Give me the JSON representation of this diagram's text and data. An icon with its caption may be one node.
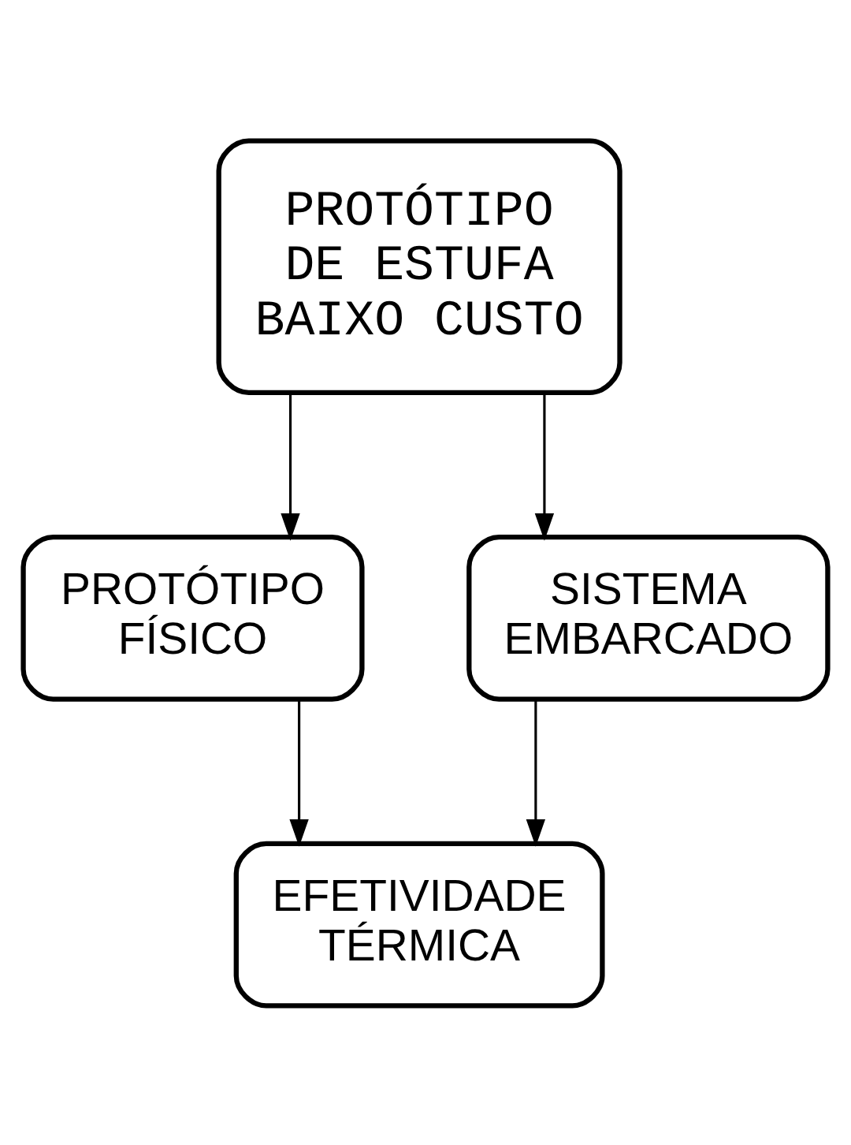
{
  "diagram": {
    "nodes": [
      {
        "text": [
          "PROTÓTIPO DE ESTUFA BAIXO CUSTO"
        ]
      },
      {
        "text": [
          "PROTÓTIPO FÍSICO"
        ]
      },
      {
        "text": [
          "SISTEMA EMBARCADO"
        ]
      },
      {
        "text": [
          "EFETIVIDADE TÉRMICA"
        ]
      }
    ],
    "edges": [
      {
        "from": 0,
        "to": 1,
        "arrow": "to"
      },
      {
        "from": 0,
        "to": 2,
        "arrow": "to"
      },
      {
        "from": 1,
        "to": 3,
        "arrow": "to"
      },
      {
        "from": 2,
        "to": 3,
        "arrow": "to"
      }
    ]
  }
}
